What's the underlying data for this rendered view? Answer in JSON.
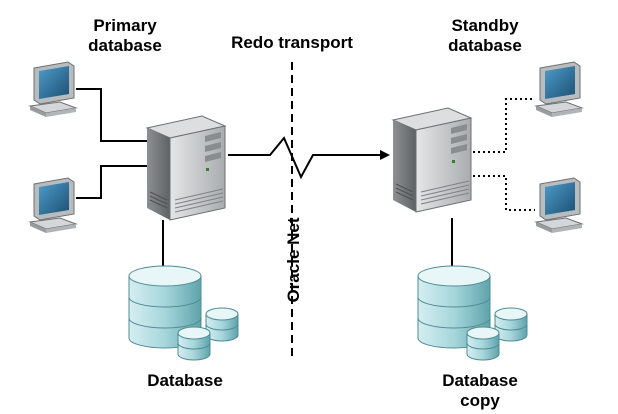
{
  "labels": {
    "primary_line1": "Primary",
    "primary_line2": "database",
    "redo_transport": "Redo transport",
    "standby_line1": "Standby",
    "standby_line2": "database",
    "oracle_net": "Oracle Net",
    "database": "Database",
    "database_copy_line1": "Database",
    "database_copy_line2": "copy"
  },
  "icons": {
    "primary_clients": [
      "desktop-computer-icon",
      "desktop-computer-icon"
    ],
    "standby_clients": [
      "desktop-computer-icon",
      "desktop-computer-icon"
    ],
    "servers": [
      "server-tower-icon",
      "server-tower-icon"
    ],
    "storage": [
      "database-cylinders-icon",
      "database-cylinders-icon"
    ]
  },
  "colors": {
    "server_body": "#c9cbcc",
    "server_dark": "#7d8082",
    "screen": "#2d6f9a",
    "cylinder_top": "#dff3f5",
    "cylinder_side": "#8fc6cc",
    "line": "#000000"
  }
}
